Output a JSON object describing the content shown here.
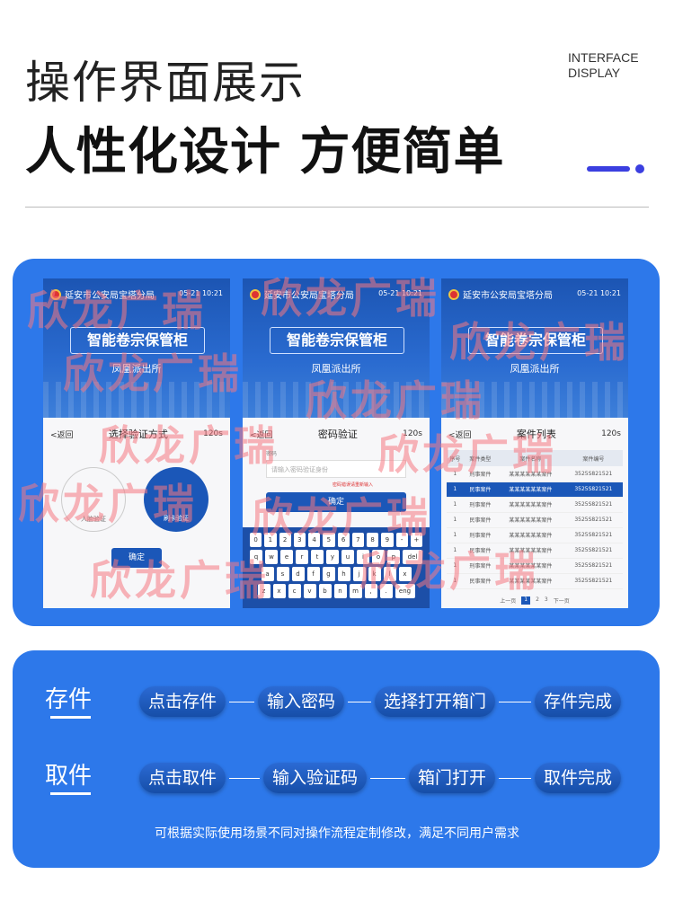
{
  "header": {
    "title": "操作界面展示",
    "subtitle": "人性化设计 方便简单",
    "en_line1": "INTERFACE",
    "en_line2": "DISPLAY"
  },
  "screen_common": {
    "org": "延安市公安局宝塔分局",
    "time": "05-21  10:21",
    "brand": "智能卷宗保管柜",
    "station": "凤凰派出所",
    "back": "<返回",
    "countdown": "120s"
  },
  "screen1": {
    "title": "选择验证方式",
    "opt1": "人脸验证",
    "opt2": "刷卡验证",
    "confirm": "确定"
  },
  "screen2": {
    "title": "密码验证",
    "label": "密码",
    "placeholder": "请输入密码验证身份",
    "error": "密码错误请重新输入",
    "confirm": "确定",
    "keys": [
      [
        "0",
        "1",
        "2",
        "3",
        "4",
        "5",
        "6",
        "7",
        "8",
        "9",
        "-",
        "+"
      ],
      [
        "q",
        "w",
        "e",
        "r",
        "t",
        "y",
        "u",
        "i",
        "o",
        "p",
        "del"
      ],
      [
        "a",
        "s",
        "d",
        "f",
        "g",
        "h",
        "j",
        "k",
        "l",
        "x"
      ],
      [
        "z",
        "x",
        "c",
        "v",
        "b",
        "n",
        "m",
        ",",
        ".",
        "eng"
      ]
    ]
  },
  "screen3": {
    "title": "案件列表",
    "columns": [
      "序号",
      "案件类型",
      "案件名称",
      "案件编号"
    ],
    "rows": [
      [
        "1",
        "刑事案件",
        "某某某某某某案件",
        "3525S821521"
      ],
      [
        "1",
        "民事案件",
        "某某某某某某案件",
        "3525S821521"
      ],
      [
        "1",
        "刑事案件",
        "某某某某某某案件",
        "3525S821521"
      ],
      [
        "1",
        "民事案件",
        "某某某某某某案件",
        "3525S821521"
      ],
      [
        "1",
        "刑事案件",
        "某某某某某某案件",
        "3525S821521"
      ],
      [
        "1",
        "民事案件",
        "某某某某某某案件",
        "3525S821521"
      ],
      [
        "1",
        "刑事案件",
        "某某某某某某案件",
        "3525S821521"
      ],
      [
        "1",
        "民事案件",
        "某某某某某某案件",
        "3525S821521"
      ]
    ],
    "selected_row": 1,
    "pagination": [
      "上一页",
      "1",
      "2",
      "3",
      "下一页"
    ]
  },
  "watermark": "欣龙广瑞",
  "flows": [
    {
      "label": "存件",
      "steps": [
        "点击存件",
        "输入密码",
        "选择打开箱门",
        "存件完成"
      ]
    },
    {
      "label": "取件",
      "steps": [
        "点击取件",
        "输入验证码",
        "箱门打开",
        "取件完成"
      ]
    }
  ],
  "note": "可根据实际使用场景不同对操作流程定制修改，满足不同用户需求",
  "colors": {
    "panel": "#2d78ea",
    "accent": "#3b3fe0",
    "pill": "#1b57b8"
  }
}
